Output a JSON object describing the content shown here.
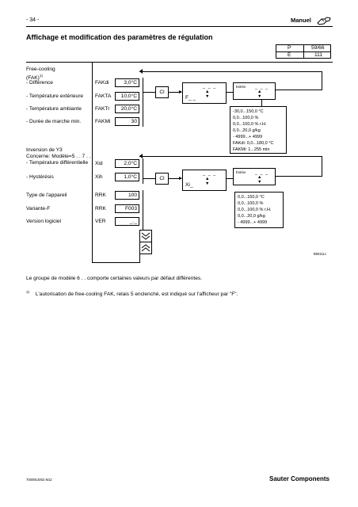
{
  "header": {
    "page_number": "- 34 -",
    "section": "Manuel",
    "title": "Affichage et modification des paramètres de régulation"
  },
  "pe_table": [
    {
      "label": "P",
      "value": "59/66"
    },
    {
      "label": "E",
      "value": "111"
    }
  ],
  "free_cooling": {
    "heading": "Free-cooling",
    "sub": "(FAK)",
    "footnote_ref": "1)",
    "rows": [
      {
        "label": "- Différence",
        "code": "FAKdi",
        "value": "3,0°C"
      },
      {
        "label": "- Température extérieure",
        "code": "FAKTA",
        "value": "10,0°C"
      },
      {
        "label": "- Température ambiante",
        "code": "FAKTr",
        "value": "20,0°C"
      },
      {
        "label": "- Durée de marche min.",
        "code": "FAKMi",
        "value": "30"
      }
    ],
    "cl_label": "Cl",
    "display_value": "F_ _",
    "display_dashes": "_ _ _",
    "entree_label": "Entrée",
    "entree_dashes": "_ _ _",
    "ranges": [
      "-30,0...150,0 °C",
      "0,0...100,0 %",
      "0,0...100,0 % r.H.",
      "0,0...20,0 g/kg",
      "- 4999...+ 4999",
      "FAKdi: 0,0...180,0 °C",
      "FAKMi: 1...255 min"
    ]
  },
  "y3": {
    "heading1": "Inversion de Y3",
    "heading2": "Concerne: Modèle=5 . . 7 . .",
    "rows": [
      {
        "label": "- Température différentielle",
        "code": "Xid",
        "value": "2,0°C"
      },
      {
        "label": "- Hystérésis",
        "code": "Xih",
        "value": "1,0°C"
      }
    ],
    "cl_label": "Cl",
    "display_value": "Xi_",
    "display_dashes": "_ _ _",
    "entree_label": "Entrée",
    "entree_dashes": "_ _ _"
  },
  "device": {
    "rows": [
      {
        "label": "Type de l'appareil",
        "code": "RRK",
        "value": "100"
      },
      {
        "label": "Variante-F",
        "code": "RRK",
        "value": "F003"
      },
      {
        "label": "Version logiciel",
        "code": "VER",
        "value": "_._"
      }
    ],
    "ranges": [
      "0,0...150,0 °C",
      "0,0...100,0 %",
      "0,0...100,0 % r.H.",
      "0,0...20,0 g/kg",
      "- 4999...+ 4999"
    ]
  },
  "figure_id": "B05111c",
  "notes": {
    "model_note": "Le groupe de modèle 6 . . comporte certaines valeurs par défaut différentes.",
    "footnote_mark": "1)",
    "footnote_text": "L'autorisation de free-cooling FAK, relais 5 enclenché, est indiqué sur l'afficheur par \"F\"."
  },
  "footer": {
    "doc_code": "7000914002 M12",
    "company": "Sauter Components"
  }
}
